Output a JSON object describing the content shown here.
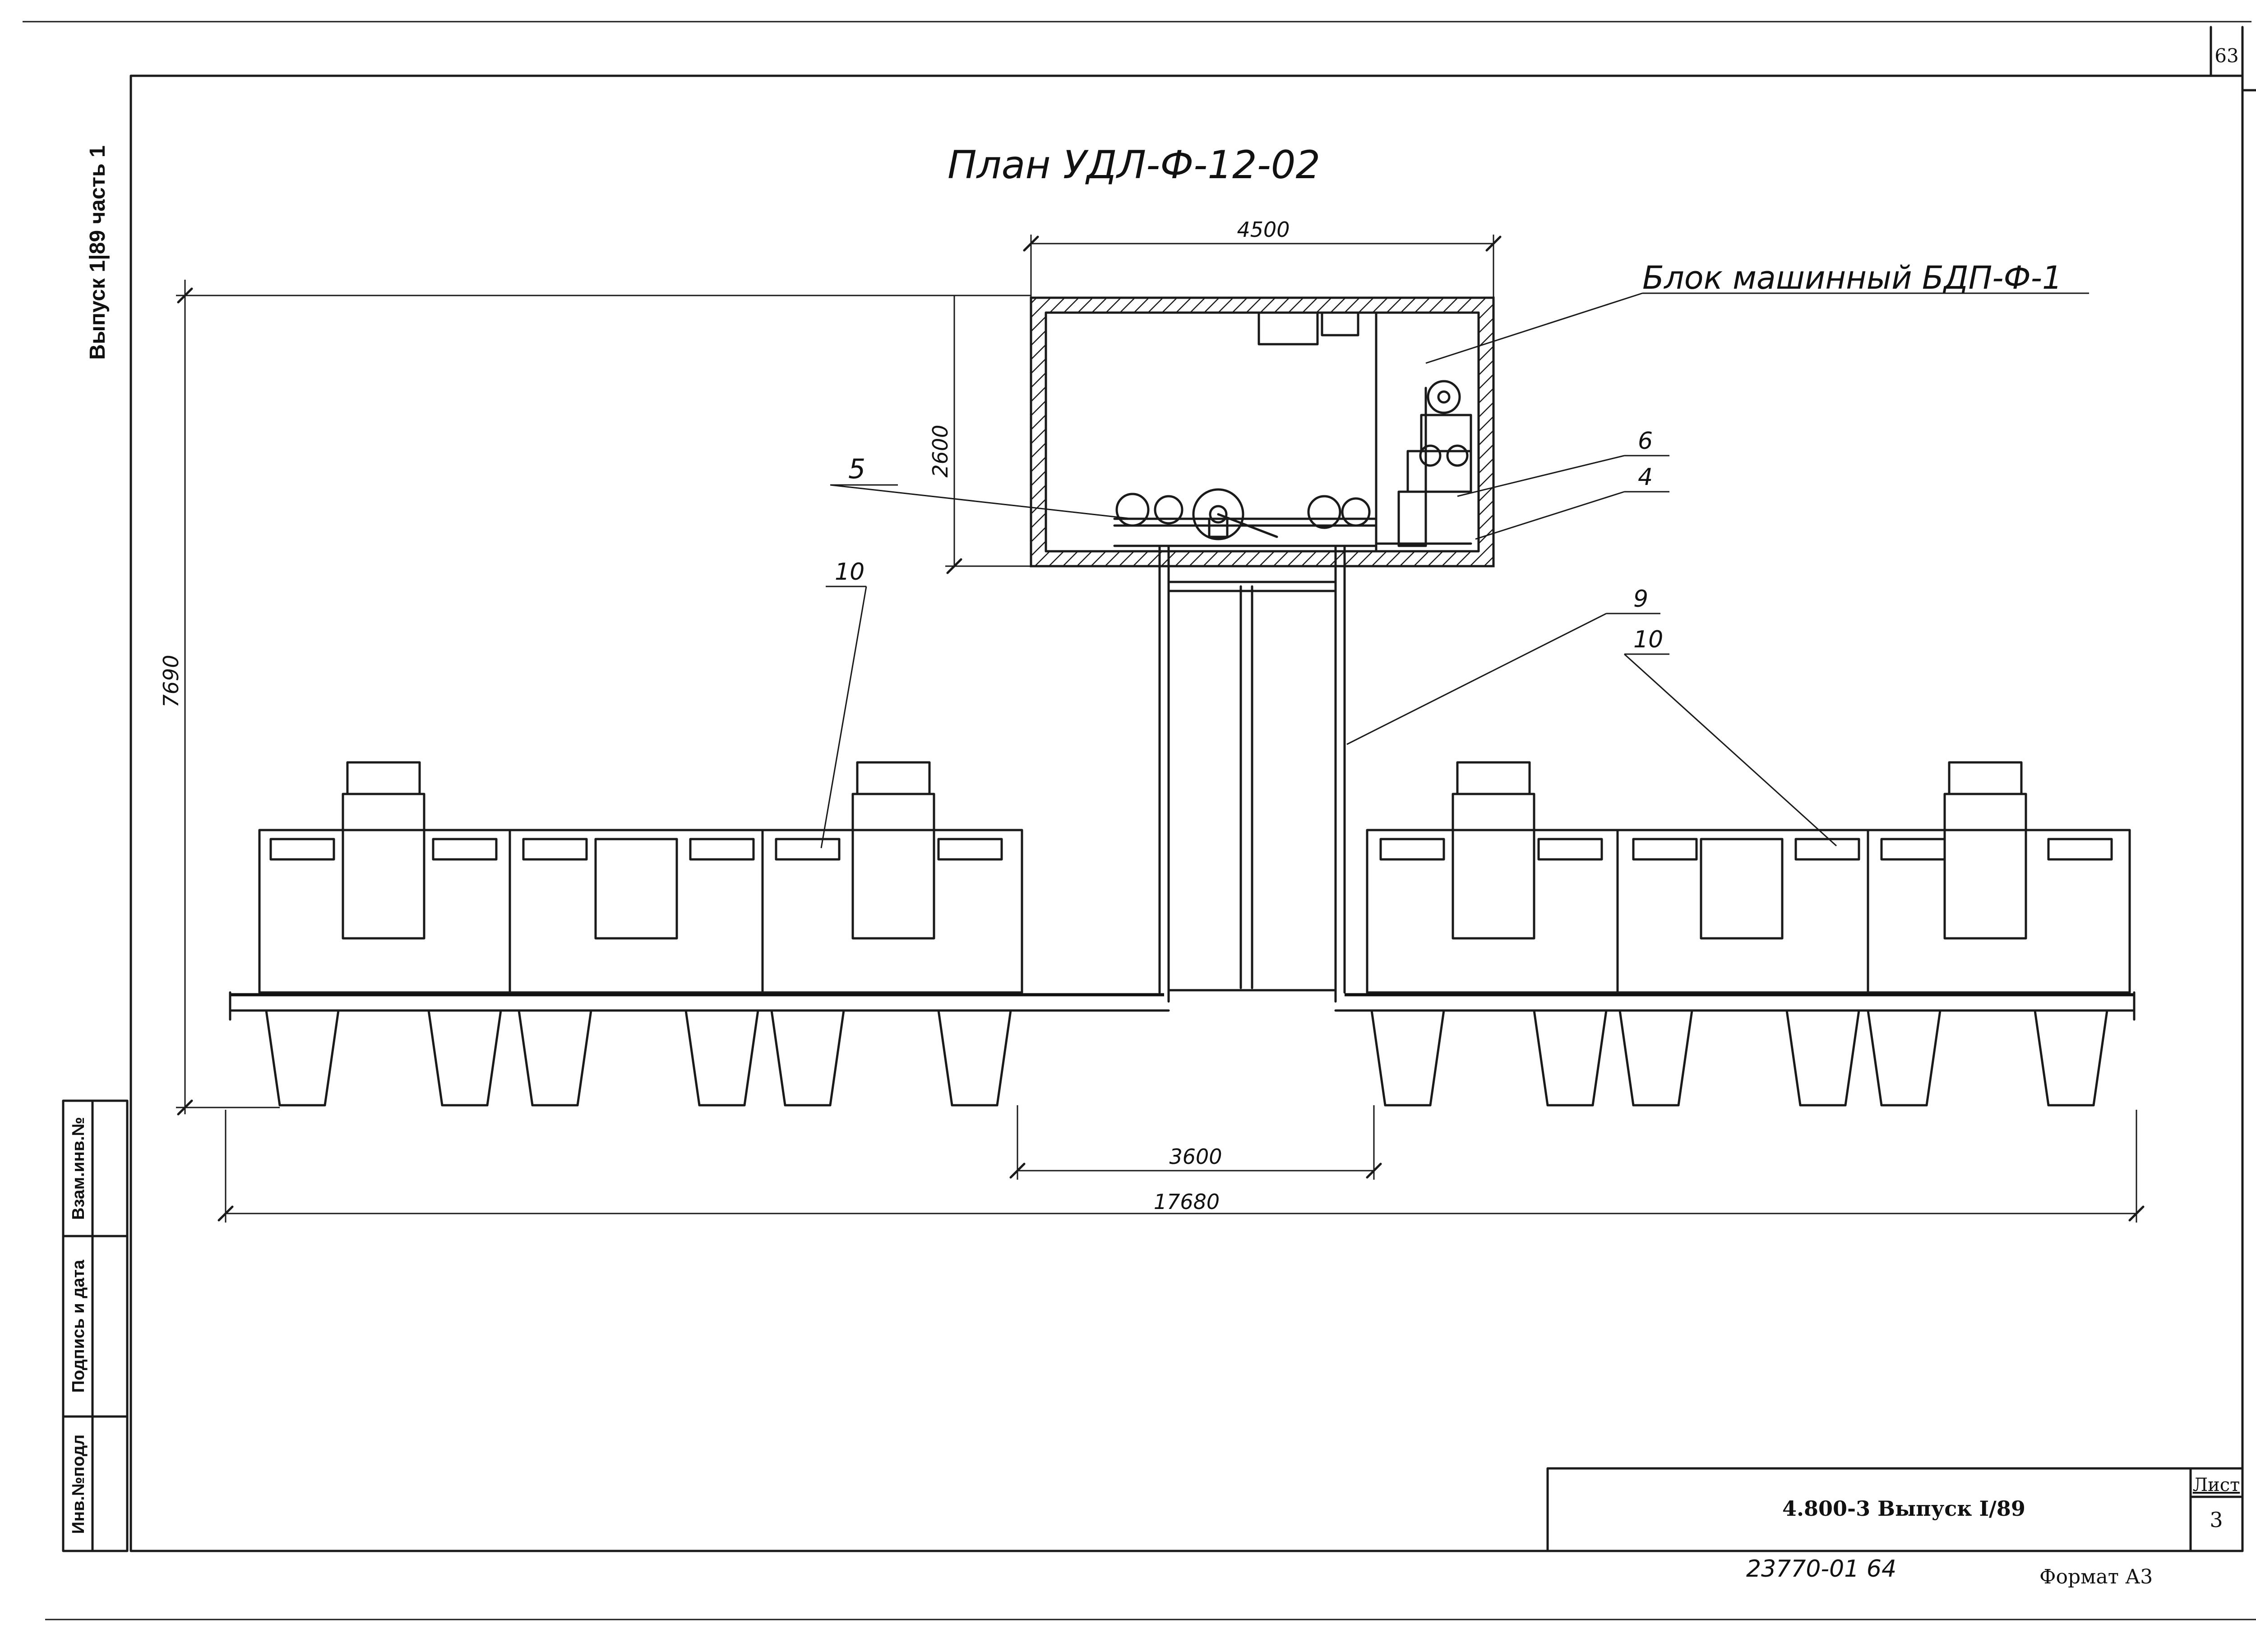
{
  "sheet": {
    "corner_page_number": "63",
    "title": "План УДЛ-Ф-12-02",
    "block_label": "Блок машинный БДП-Ф-1",
    "side_series_label": "Выпуск 1|89 часть 1"
  },
  "dimensions": {
    "block_width": "4500",
    "block_depth": "2600",
    "total_depth": "7690",
    "gap_width": "3600",
    "total_width": "17680"
  },
  "callouts": {
    "c5": "5",
    "c6": "6",
    "c4": "4",
    "c9": "9",
    "c10_left": "10",
    "c10_right": "10"
  },
  "stamp": {
    "inv_no": "Инв.№подл",
    "sign_date": "Подпись и дата",
    "replace_inv": "Взам.инв.№",
    "doc_code": "4.800-3  Выпуск I/89",
    "sheet_label": "Лист",
    "sheet_number": "3",
    "archive_number": "23770-01  64",
    "format": "Формат А3"
  },
  "colors": {
    "ink": "#1a1a1a",
    "paper": "#ffffff"
  }
}
